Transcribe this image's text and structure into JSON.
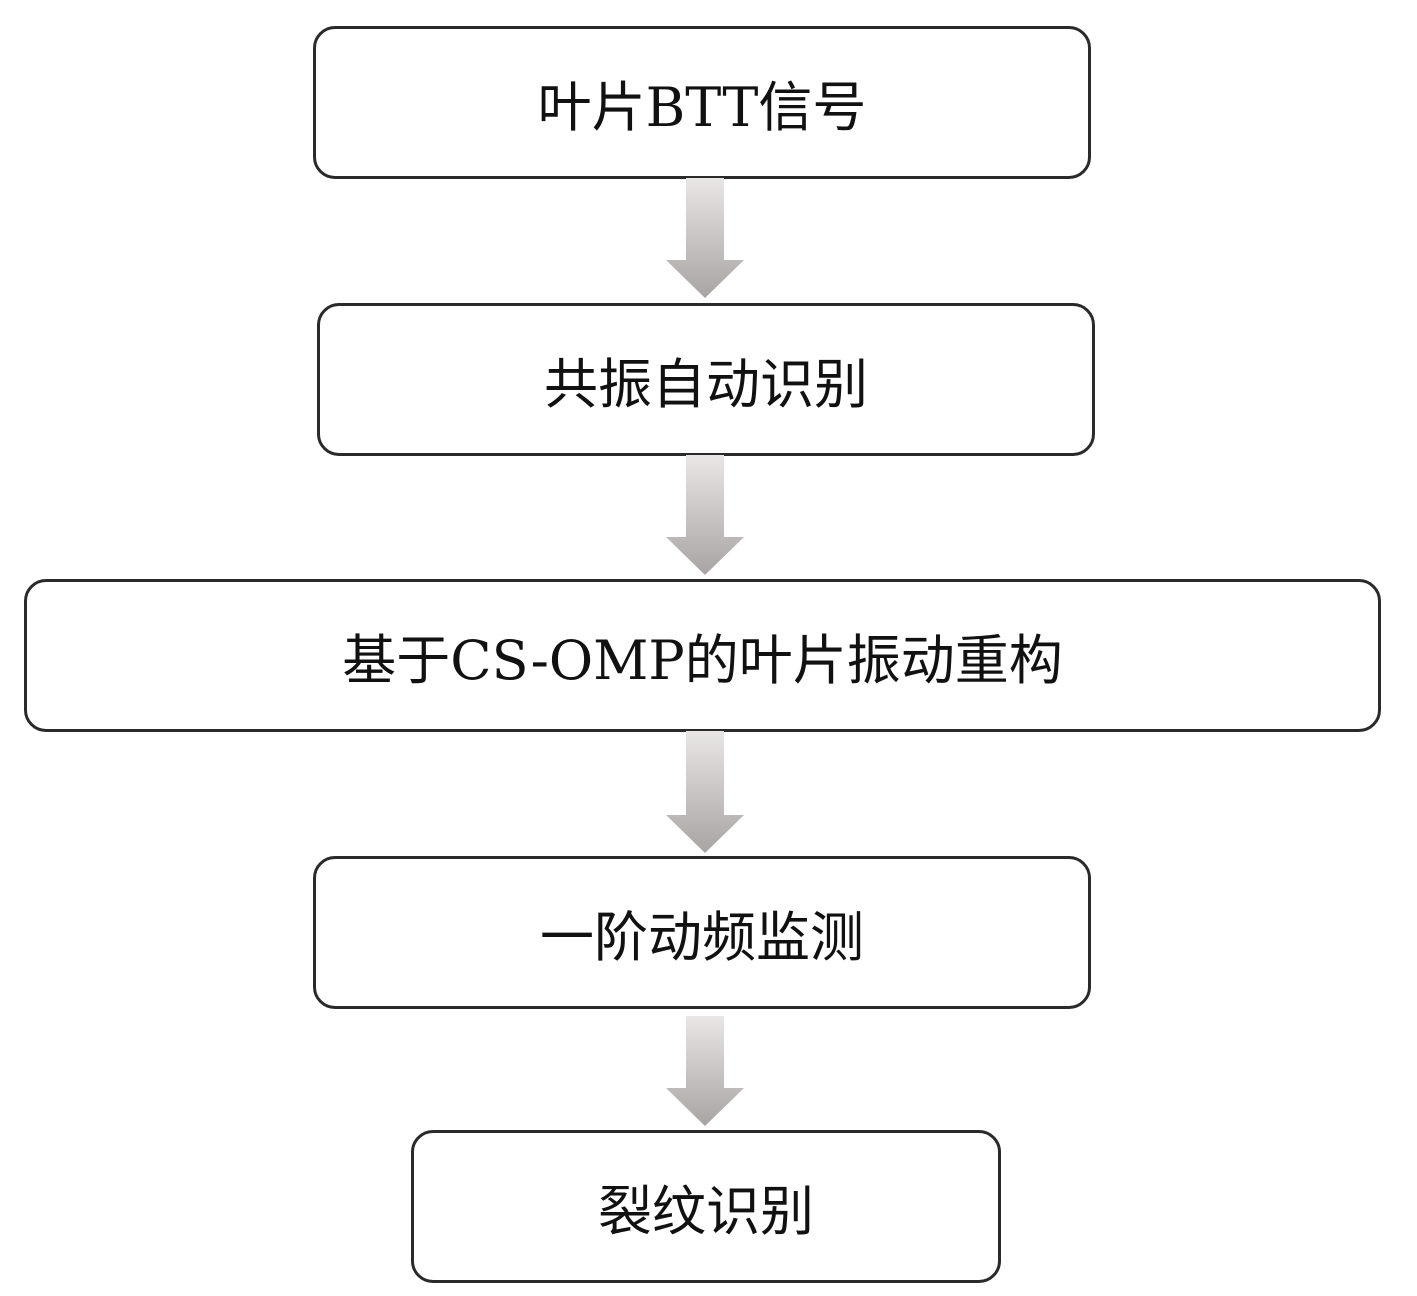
{
  "steps": [
    {
      "label": "叶片BTT信号"
    },
    {
      "label": "共振自动识别"
    },
    {
      "label": "基于CS-OMP的叶片振动重构"
    },
    {
      "label": "一阶动频监测"
    },
    {
      "label": "裂纹识别"
    }
  ],
  "colors": {
    "arrow_light": "#e6e3e3",
    "arrow_dark": "#a9a5a5",
    "border": "#2a2a2a"
  }
}
